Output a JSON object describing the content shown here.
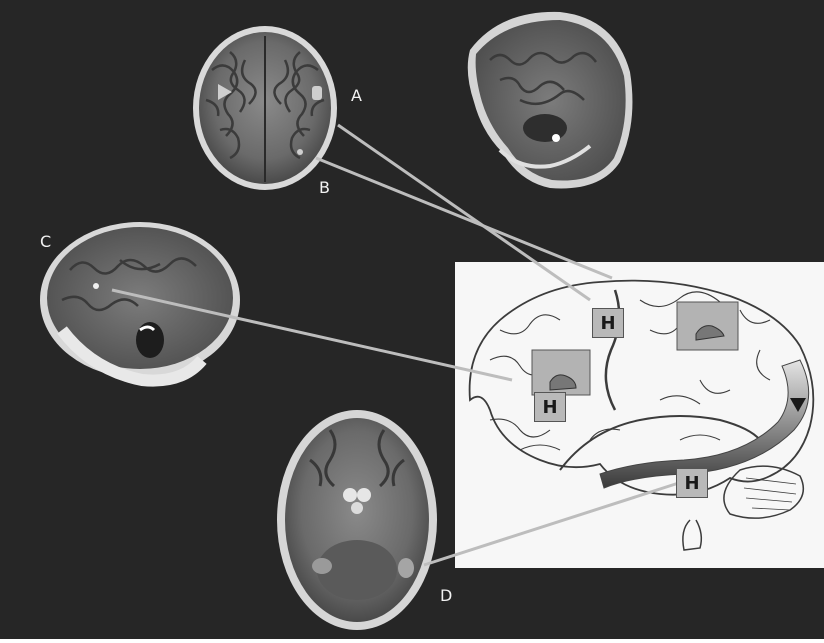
{
  "labels": {
    "a": "A",
    "b": "B",
    "c": "C",
    "d": "D"
  },
  "boxes": {
    "h1": "H",
    "h2": "H",
    "h3": "H"
  },
  "colors": {
    "background": "#262626",
    "panel": "#f7f7f7",
    "connector": "#bdbdbd",
    "box": "#b9b9b9"
  }
}
